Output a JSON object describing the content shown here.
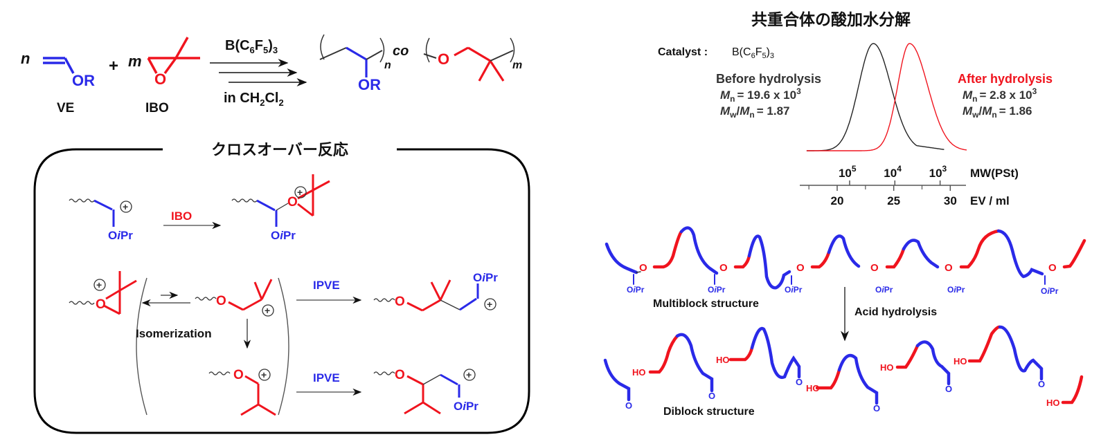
{
  "colors": {
    "vinyl_ether": "#2a2ae8",
    "oxirane": "#f0141e",
    "before": "#222222",
    "after": "#f0141e"
  },
  "scheme": {
    "n": "n",
    "m": "m",
    "plus": "+",
    "ve_group": "OR",
    "ve_label": "VE",
    "ibo_o": "O",
    "ibo_label": "IBO",
    "catalyst_main": "B(C",
    "catalyst_sub6": "6",
    "catalyst_f": "F",
    "catalyst_sub5": "5",
    "catalyst_close": ")",
    "catalyst_sub3": "3",
    "solvent_main": "in CH",
    "solvent_sub2a": "2",
    "solvent_cl": "Cl",
    "solvent_sub2b": "2",
    "product_or": "OR",
    "product_co": "co",
    "product_o": "O",
    "product_n": "n",
    "product_m": "m"
  },
  "crossover": {
    "title": "クロスオーバー反応",
    "oipr_o": "O",
    "oipr_i": "i",
    "oipr_pr": "Pr",
    "ibo_reagent": "IBO",
    "o": "O",
    "ipve_1": "IPVE",
    "ipve_2": "IPVE",
    "isomerization": "Isomerization",
    "plus": "+"
  },
  "hydrolysis": {
    "title": "共重合体の酸加水分解",
    "catalyst_label": "Catalyst :",
    "catalyst_formula_main": "B(C",
    "catalyst_sub6": "6",
    "catalyst_f": "F",
    "catalyst_sub5": "5",
    "catalyst_close": ")",
    "catalyst_sub3": "3",
    "before": {
      "label": "Before hydrolysis",
      "mn_text": "= 19.6 x 10",
      "mn_exp": "3",
      "pdi_text": "= 1.87"
    },
    "after": {
      "label": "After hydrolysis",
      "mn_text": "= 2.8 x 10",
      "mn_exp": "3",
      "pdi_text": "= 1.86"
    },
    "mn_sym": "M",
    "mn_sub": "n",
    "mw_sym": "M",
    "mw_sub": "w",
    "multiblock_label": "Multiblock structure",
    "acid_label": "Acid hydrolysis",
    "diblock_label": "Diblock structure",
    "ho": "HO",
    "o": "O",
    "oipr_o": "O",
    "oipr_i": "i",
    "oipr_pr": "Pr"
  },
  "chart_data": {
    "type": "line",
    "title": "",
    "xlabel": "EV / ml",
    "x2label": "MW(PSt)",
    "xlim": [
      17,
      32
    ],
    "xticks": [
      20,
      25,
      30
    ],
    "xticklabels": [
      "20",
      "25",
      "30"
    ],
    "minor_xticks": [
      17.5,
      22.5,
      27.5
    ],
    "x2ticks": [
      {
        "ev": 21.1,
        "base": "10",
        "exp": "5"
      },
      {
        "ev": 25.1,
        "base": "10",
        "exp": "4"
      },
      {
        "ev": 29.1,
        "base": "10",
        "exp": "3"
      }
    ],
    "grid": false,
    "series": [
      {
        "name": "Before hydrolysis",
        "color": "#222222",
        "peak_ev": 23.2,
        "sigma_left": 1.3,
        "sigma_right": 1.55,
        "tail_ev": 29.5,
        "mn": "19.6 x 10^3",
        "pdi": 1.87
      },
      {
        "name": "After hydrolysis",
        "color": "#f0141e",
        "peak_ev": 26.4,
        "sigma_left": 1.05,
        "sigma_right": 1.6,
        "tail_ev": 31.5,
        "mn": "2.8 x 10^3",
        "pdi": 1.86
      }
    ]
  }
}
